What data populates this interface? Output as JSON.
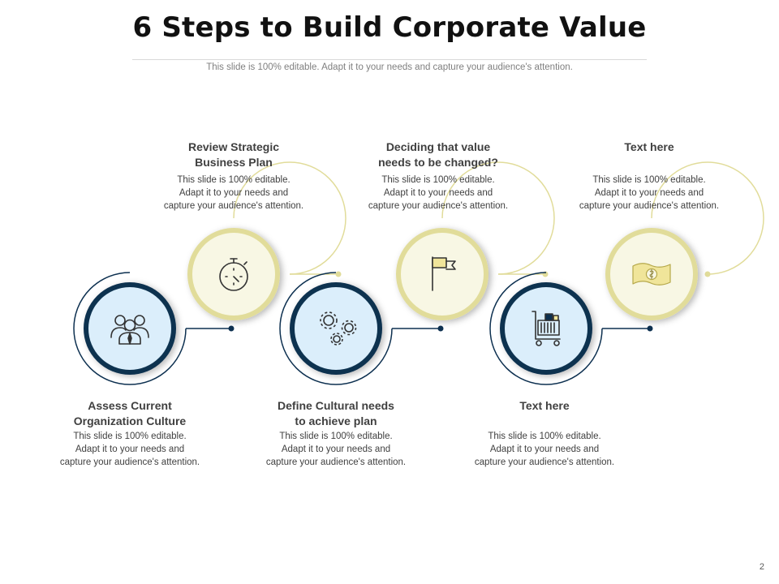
{
  "slide": {
    "title": "6 Steps to Build Corporate Value",
    "subtitle": "This slide is 100% editable. Adapt it to your needs and capture your audience's attention.",
    "page_number": "2"
  },
  "colors": {
    "navy": "#0d3050",
    "light_blue": "#dbeefb",
    "gold": "#e1dc9a",
    "cream": "#f8f7e4",
    "icon_gold": "#f0e59a"
  },
  "steps": [
    {
      "title": "Assess Current\nOrganization Culture",
      "desc": "This slide is 100% editable.\nAdapt it to your needs and\ncapture your audience's attention.",
      "icon": "team-icon"
    },
    {
      "title": "Review Strategic\nBusiness Plan",
      "desc": "This slide is 100% editable.\nAdapt it to your needs and\ncapture your audience's attention.",
      "icon": "stopwatch-icon"
    },
    {
      "title": "Define Cultural needs\nto achieve plan",
      "desc": "This slide is 100% editable.\nAdapt it to your needs and\ncapture your audience's attention.",
      "icon": "gears-icon"
    },
    {
      "title": "Deciding that value\nneeds to be changed?",
      "desc": "This slide is 100% editable.\nAdapt it to your needs and\ncapture your audience's attention.",
      "icon": "flag-icon"
    },
    {
      "title": "Text here",
      "desc": "This slide is 100% editable.\nAdapt it to your needs and\ncapture your audience's attention.",
      "icon": "shopping-cart-icon"
    },
    {
      "title": "Text here",
      "desc": "This slide is 100% editable.\nAdapt it to your needs and\ncapture your audience's attention.",
      "icon": "money-icon"
    }
  ]
}
